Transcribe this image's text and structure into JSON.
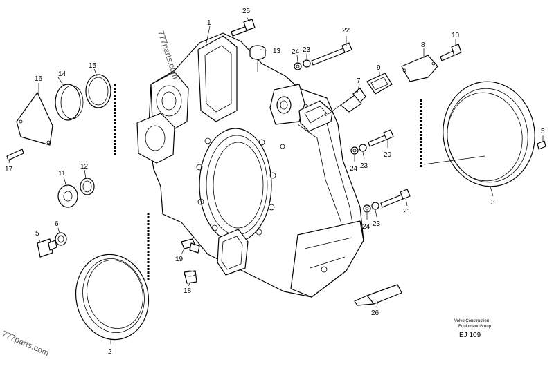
{
  "callouts": [
    "1",
    "2",
    "3",
    "5",
    "6",
    "7",
    "8",
    "9",
    "10",
    "11",
    "12",
    "13",
    "14",
    "15",
    "16",
    "17",
    "18",
    "19",
    "20",
    "21",
    "22",
    "23",
    "24",
    "25",
    "26"
  ],
  "callouts_repeated": {
    "23b": "23",
    "23c": "23",
    "24b": "24",
    "24c": "24"
  },
  "watermarks": [
    "777parts.com",
    "777parts.com"
  ],
  "footer": {
    "line1": "Volvo Construction",
    "line2": "Equipment Group",
    "code": "EJ 109"
  }
}
